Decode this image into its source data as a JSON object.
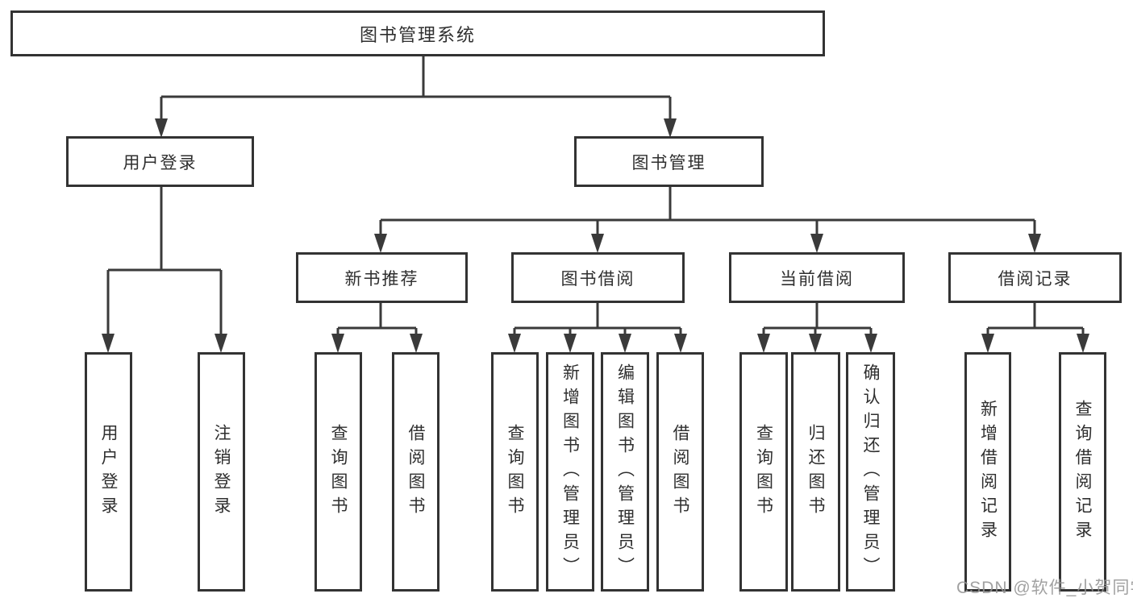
{
  "diagram": {
    "root": {
      "label": "图书管理系统"
    },
    "branches": [
      {
        "label": "用户登录",
        "children": [
          {
            "label": "用户登录"
          },
          {
            "label": "注销登录"
          }
        ]
      },
      {
        "label": "图书管理",
        "children": [
          {
            "label": "新书推荐",
            "children": [
              {
                "label": "查询图书"
              },
              {
                "label": "借阅图书"
              }
            ]
          },
          {
            "label": "图书借阅",
            "children": [
              {
                "label": "查询图书"
              },
              {
                "label": "新增图书（管理员）"
              },
              {
                "label": "编辑图书（管理员）"
              },
              {
                "label": "借阅图书"
              }
            ]
          },
          {
            "label": "当前借阅",
            "children": [
              {
                "label": "查询图书"
              },
              {
                "label": "归还图书"
              },
              {
                "label": "确认归还（管理员）"
              }
            ]
          },
          {
            "label": "借阅记录",
            "children": [
              {
                "label": "新增借阅记录"
              },
              {
                "label": "查询借阅记录"
              }
            ]
          }
        ]
      }
    ],
    "watermark": "CSDN @软件_小贺同学",
    "colors": {
      "line": "#3a3a3a",
      "box_border": "#333333",
      "text": "#2f2f2f",
      "watermark": "#949494",
      "background": "#ffffff"
    }
  }
}
